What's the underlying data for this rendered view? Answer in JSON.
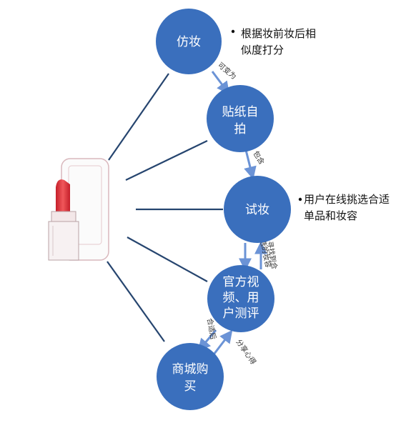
{
  "nodes": {
    "fangzhuang": "仿妆",
    "tiezhi": [
      "贴纸自",
      "拍"
    ],
    "shizhuang": "试妆",
    "guanfang": [
      "官方视",
      "频、用",
      "户测评"
    ],
    "shangcheng": [
      "商城购",
      "买"
    ]
  },
  "edge_labels": {
    "fang_to_tie": "可变为",
    "tie_to_shi": "包含",
    "shi_to_guan": "选的妆容",
    "guan_to_shi": "寻找到合",
    "guan_to_shang": "合适后",
    "shang_to_guan": "分享心得"
  },
  "notes": {
    "note1_line1": "根据妆前妆后相",
    "note1_line2": "似度打分",
    "note2_line1": "用户在线挑选合适",
    "note2_line2": "单品和妆容"
  },
  "colors": {
    "node_fill": "#3a6fbd",
    "arrow": "#6b93d6",
    "spoke": "#26456f",
    "lipstick_red": "#e23a3a"
  },
  "icons": {
    "hub": "lipstick-phone-icon"
  }
}
